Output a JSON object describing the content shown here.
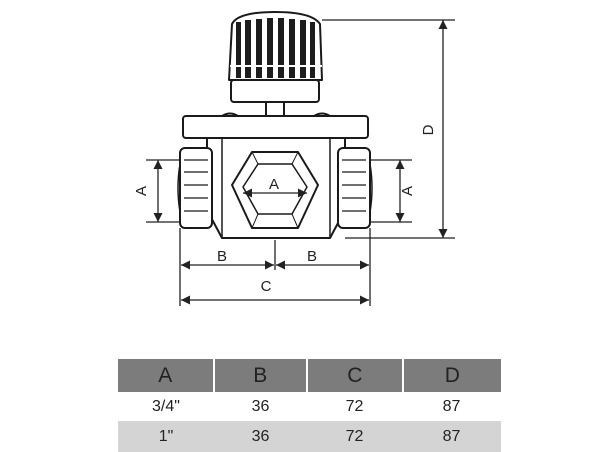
{
  "drawing": {
    "dimension_labels": {
      "a_left": "A",
      "a_center": "A",
      "a_right": "A",
      "b_left": "B",
      "b_right": "B",
      "c": "C",
      "d": "D"
    }
  },
  "table": {
    "headers": [
      "A",
      "B",
      "C",
      "D"
    ],
    "rows": [
      [
        "3/4\"",
        "36",
        "72",
        "87"
      ],
      [
        "1\"",
        "36",
        "72",
        "87"
      ]
    ]
  }
}
